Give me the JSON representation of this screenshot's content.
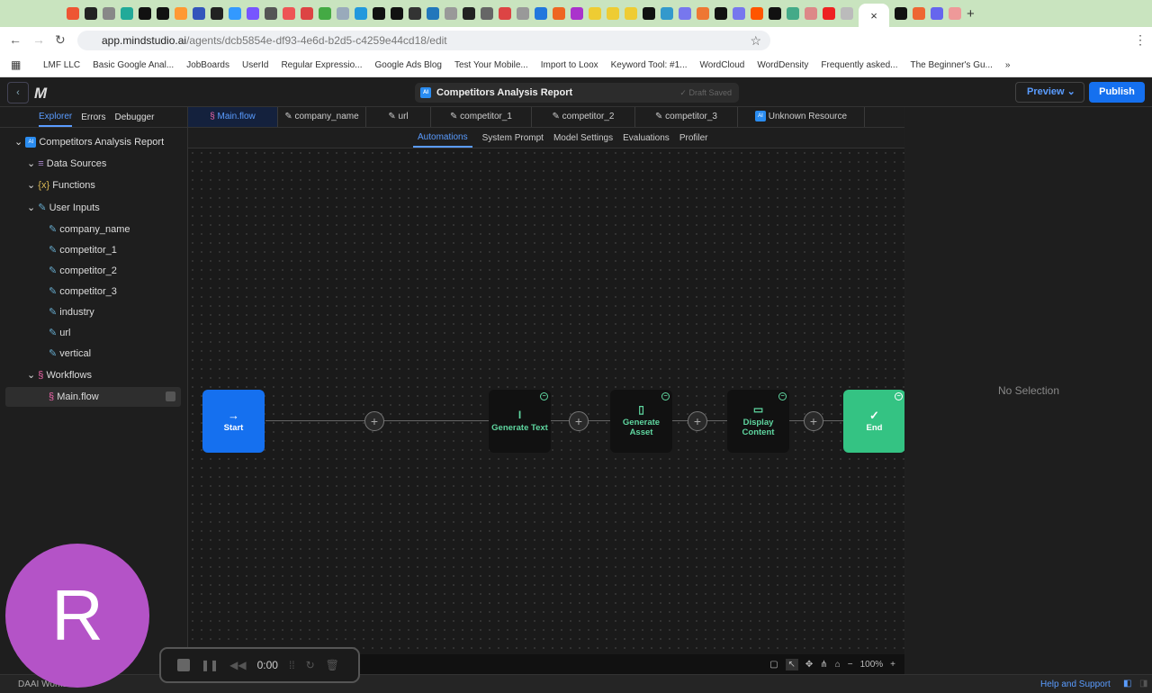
{
  "browser": {
    "url_host": "app.mindstudio.ai",
    "url_path": "/agents/dcb5854e-df93-4e6d-b2d5-c4259e44cd18/edit",
    "close_tab": "×",
    "new_tab": "+",
    "bookmarks": [
      "LMF LLC",
      "Basic Google Anal...",
      "JobBoards",
      "UserId",
      "Regular Expressio...",
      "Google Ads Blog",
      "Test Your Mobile...",
      "Import to Loox",
      "Keyword Tool: #1...",
      "WordCloud",
      "WordDensity",
      "Frequently asked...",
      "The Beginner's Gu..."
    ],
    "more": "»"
  },
  "header": {
    "title": "Competitors Analysis Report",
    "status": "✓ Draft Saved",
    "preview": "Preview",
    "publish": "Publish"
  },
  "sidebar": {
    "tabs": [
      "Explorer",
      "Errors",
      "Debugger"
    ],
    "tree": {
      "root": "Competitors Analysis Report",
      "data_sources": "Data Sources",
      "functions": "Functions",
      "user_inputs": "User Inputs",
      "inputs": [
        "company_name",
        "competitor_1",
        "competitor_2",
        "competitor_3",
        "industry",
        "url",
        "vertical"
      ],
      "workflows": "Workflows",
      "main_flow": "Main.flow"
    }
  },
  "file_tabs": [
    "Main.flow",
    "company_name",
    "url",
    "competitor_1",
    "competitor_2",
    "competitor_3",
    "Unknown Resource"
  ],
  "sub_tabs": [
    "Automations",
    "System Prompt",
    "Model Settings",
    "Evaluations",
    "Profiler"
  ],
  "nodes": [
    {
      "label": "Start"
    },
    {
      "label": "Generate Text"
    },
    {
      "label": "Generate Asset"
    },
    {
      "label": "Display Content"
    },
    {
      "label": "End"
    }
  ],
  "canvas": {
    "zoom": "100%"
  },
  "right_panel": {
    "empty": "No Selection"
  },
  "status": {
    "workspace": "DAAI Works",
    "help": "Help and Support"
  },
  "avatar": {
    "initial": "R"
  },
  "recorder": {
    "time": "0:00"
  }
}
